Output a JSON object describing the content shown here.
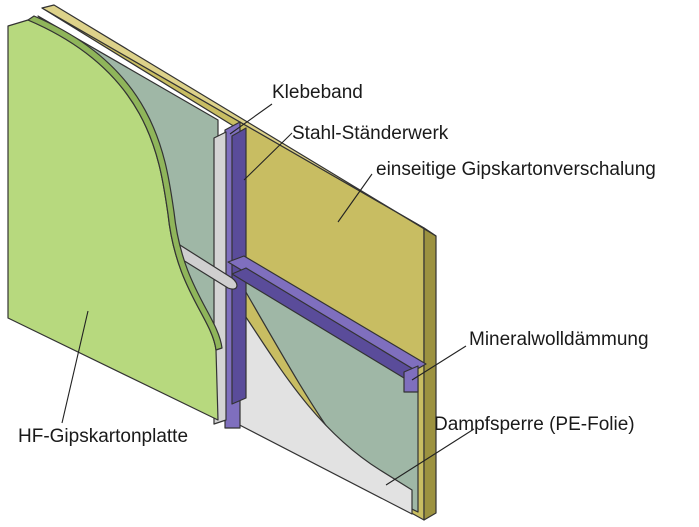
{
  "labels": {
    "tape": "Klebeband",
    "steel_studs": "Stahl-Ständerwerk",
    "one_sided_board": "einseitige Gipskartonverschalung",
    "mineral_wool": "Mineralwolldämmung",
    "vapor_barrier": "Dampfsperre (PE-Folie)",
    "hf_board": "HF-Gipskartonplatte"
  },
  "colors": {
    "board_face": "#c8bd62",
    "board_edge": "#9c9240",
    "green_board": "#b7d97e",
    "green_edge": "#8fb55a",
    "stud": "#7f6fbe",
    "stud_dark": "#5a4c9a",
    "wool": "#9fb7a6",
    "foil": "#e2e2e2",
    "tape": "#cfcfcf"
  }
}
